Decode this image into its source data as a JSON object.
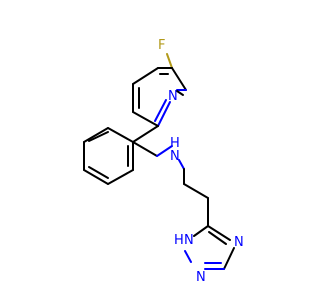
{
  "molecule": {
    "atoms": {
      "fluorine": "F",
      "pyridine_n": "N",
      "amine": "N",
      "amine_h": "H",
      "triazole_n_left": "N",
      "triazole_nh": "H",
      "triazole_n_bottom": "N",
      "triazole_n_right": "N"
    }
  },
  "colors": {
    "carbon_bond": "#000000",
    "nitrogen": "#0000ff",
    "fluorine": "#b29a1a"
  }
}
